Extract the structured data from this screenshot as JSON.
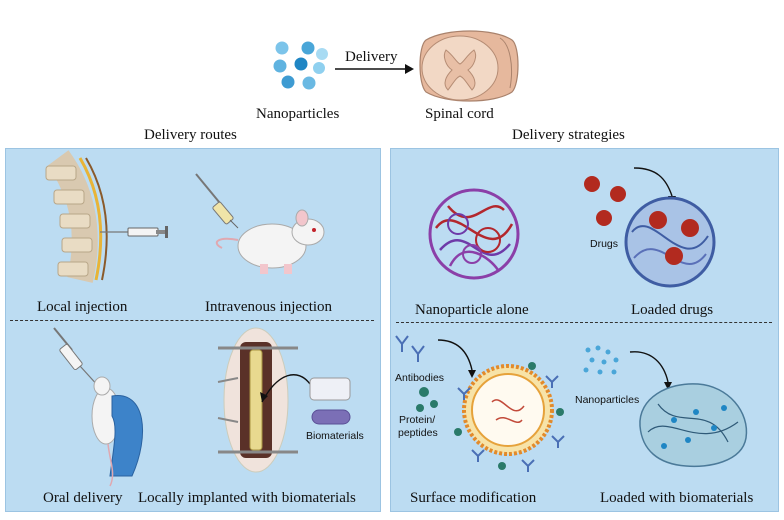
{
  "top": {
    "nanoparticles_label": "Nanoparticles",
    "arrow_label": "Delivery",
    "spinal_cord_label": "Spinal cord"
  },
  "routes": {
    "title": "Delivery routes",
    "local_injection": "Local injection",
    "intravenous_injection": "Intravenous injection",
    "oral_delivery": "Oral delivery",
    "implanted": "Locally implanted with biomaterials",
    "biomaterials_tag": "Biomaterials"
  },
  "strategies": {
    "title": "Delivery strategies",
    "nanoparticle_alone": "Nanoparticle alone",
    "loaded_drugs": "Loaded drugs",
    "drugs_tag": "Drugs",
    "surface_modification": "Surface modification",
    "antibodies_tag": "Antibodies",
    "protein_tag_line1": "Protein/",
    "protein_tag_line2": "peptides",
    "loaded_biomaterials": "Loaded with biomaterials",
    "nanoparticles_tag": "Nanoparticles"
  },
  "colors": {
    "panel": "#bcdcf2",
    "nanoparticle": "#5fb3e0",
    "drug": "#b22a1f"
  }
}
